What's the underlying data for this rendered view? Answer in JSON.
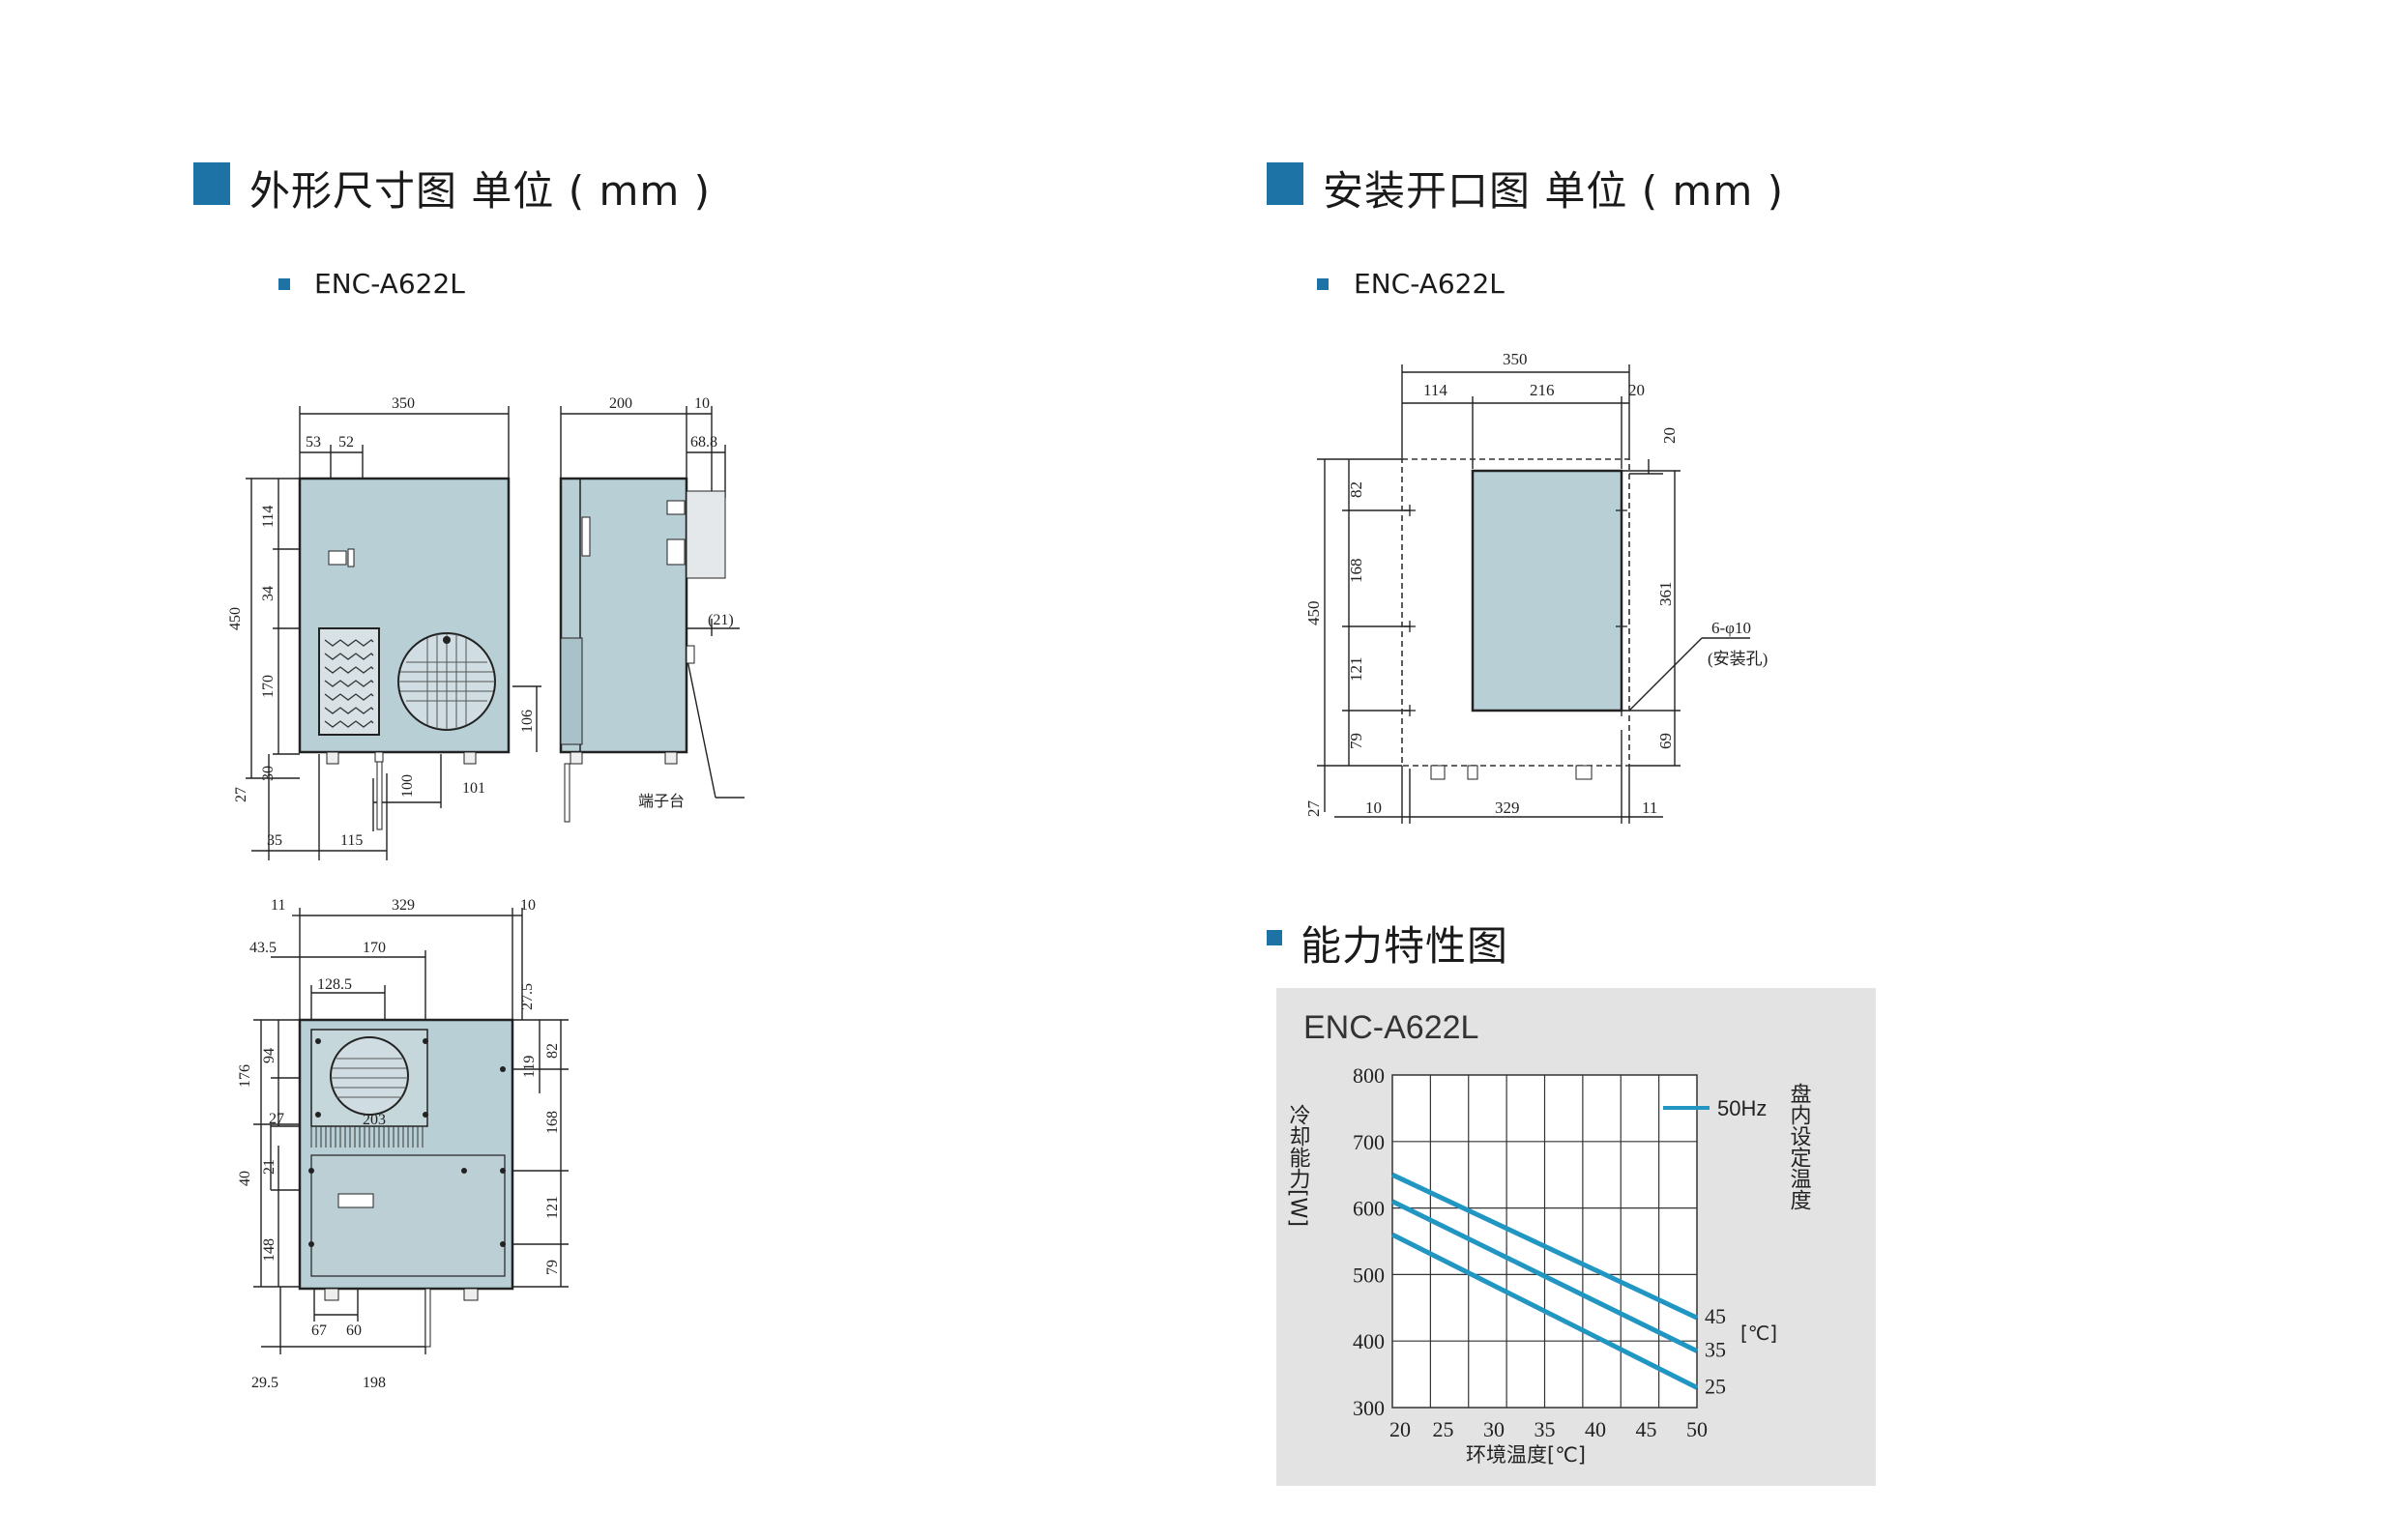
{
  "sections": {
    "dimensions": {
      "title": "外形尺寸图 单位 ( mm )",
      "model": "ENC-A622L"
    },
    "mounting": {
      "title": "安装开口图 单位 ( mm )",
      "model": "ENC-A622L"
    },
    "capacity": {
      "title": "能力特性图"
    }
  },
  "front_view": {
    "dims": {
      "width": "350",
      "d53": "53",
      "d52": "52",
      "h114": "114",
      "h34": "34",
      "h450": "450",
      "h170": "170",
      "h106": "106",
      "h30": "30",
      "h27": "27",
      "h100": "100",
      "d101": "101",
      "d35": "35",
      "d115": "115"
    }
  },
  "side_view": {
    "dims": {
      "depth": "200",
      "d10": "10",
      "d688": "68.8",
      "d21": "(21)"
    },
    "terminal_label": "端子台"
  },
  "back_view": {
    "dims": {
      "d11": "11",
      "d329": "329",
      "d10": "10",
      "d435": "43.5",
      "d170": "170",
      "d1285": "128.5",
      "d275": "27.5",
      "h176": "176",
      "h94": "94",
      "h82": "82",
      "h119": "119",
      "d27": "27",
      "d203": "203",
      "h168": "168",
      "h40": "40",
      "h21": "21",
      "h121": "121",
      "h148": "148",
      "h79": "79",
      "d67": "67",
      "d60": "60",
      "d295": "29.5",
      "d198": "198"
    }
  },
  "mounting_drawing": {
    "dims": {
      "w350": "350",
      "d114": "114",
      "d216": "216",
      "d20t": "20",
      "d20r": "20",
      "h82": "82",
      "h168": "168",
      "h450": "450",
      "h121": "121",
      "h79": "79",
      "h361": "361",
      "h69": "69",
      "h27": "27",
      "d10": "10",
      "d329": "329",
      "d11": "11"
    },
    "hole_label": "6-φ10",
    "hole_note": "(安装孔)"
  },
  "chart_data": {
    "type": "line",
    "title": "ENC-A622L",
    "xlabel": "环境温度[℃]",
    "ylabel": "冷却能力[W]",
    "right_label": "盘内设定温度",
    "right_unit": "[℃]",
    "legend": "50Hz",
    "legend_position": "top-right",
    "grid": true,
    "x": [
      20,
      25,
      30,
      35,
      40,
      45,
      50
    ],
    "xlim": [
      20,
      50
    ],
    "ylim": [
      300,
      800
    ],
    "yticks": [
      300,
      400,
      500,
      600,
      700,
      800
    ],
    "color": "#2196c3",
    "series": [
      {
        "name": "45",
        "points": [
          [
            20,
            650
          ],
          [
            50,
            435
          ]
        ]
      },
      {
        "name": "35",
        "points": [
          [
            20,
            610
          ],
          [
            50,
            385
          ]
        ]
      },
      {
        "name": "25",
        "points": [
          [
            20,
            560
          ],
          [
            50,
            330
          ]
        ]
      }
    ]
  }
}
